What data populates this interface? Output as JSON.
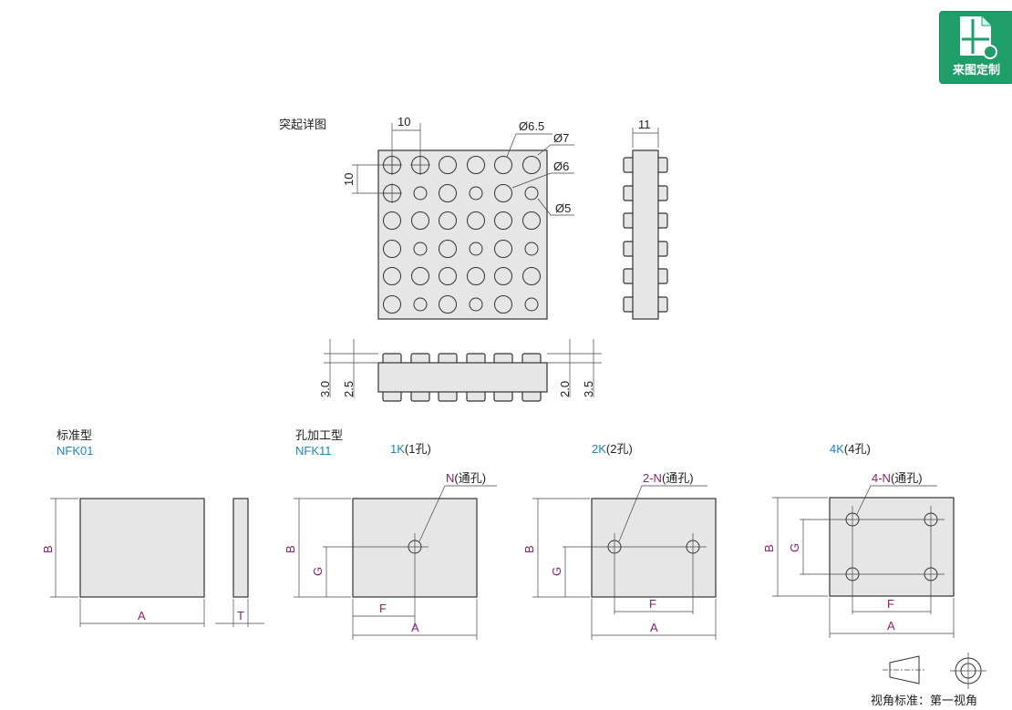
{
  "badge": {
    "label": "来图定制",
    "icon": "custom-drawing-icon",
    "color": "#1f9e6a"
  },
  "detail": {
    "title": "突起详图",
    "pitch_x": "10",
    "pitch_y": "10",
    "side_width": "11",
    "diam_65": "Ø6.5",
    "diam_7": "Ø7",
    "diam_6": "Ø6",
    "diam_5": "Ø5",
    "h_30": "3.0",
    "h_25": "2.5",
    "h_20": "2.0",
    "h_35": "3.5"
  },
  "standard": {
    "title": "标准型",
    "code": "NFK01",
    "dim_a": "A",
    "dim_b": "B",
    "dim_t": "T"
  },
  "holed": {
    "title": "孔加工型",
    "code": "NFK11",
    "k1": {
      "code": "1K",
      "label": "(1孔)",
      "hole_code": "N",
      "hole_label": "(通孔)"
    },
    "k2": {
      "code": "2K",
      "label": "(2孔)",
      "hole_code": "2-N",
      "hole_label": "(通孔)"
    },
    "k4": {
      "code": "4K",
      "label": "(4孔)",
      "hole_code": "4-N",
      "hole_label": "(通孔)"
    },
    "dim_a": "A",
    "dim_b": "B",
    "dim_f": "F",
    "dim_g": "G"
  },
  "projection": {
    "label": "视角标准：第一视角"
  },
  "colors": {
    "dim_text": "#8a1f6e",
    "code_text": "#1a86c4"
  }
}
